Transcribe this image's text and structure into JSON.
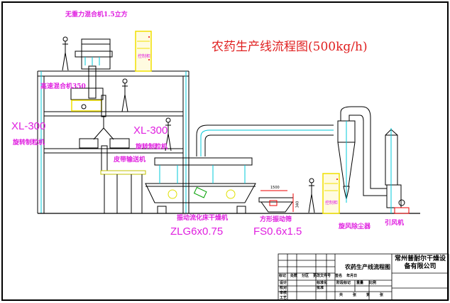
{
  "title": "农药生产线流程图(500kg/h)",
  "equipment": {
    "gravity_mixer": "无重力混合机1.5立方",
    "high_speed_mixer": "高速混合机350",
    "granulator_left": {
      "model": "XL-300",
      "name": "旋转制粒机"
    },
    "granulator_right": {
      "model": "XL-300",
      "name": "旋转制粒机"
    },
    "belt_conveyor": "皮带输送机",
    "dryer": {
      "name": "振动流化床干燥机",
      "model": "ZLG6x0.75"
    },
    "screen": {
      "name": "方形振动筛",
      "model": "FS0.6x1.5"
    },
    "cyclone": "旋风除尘器",
    "fan": "引风机",
    "control_cabinet": "控制柜"
  },
  "dimensions": {
    "screen_length": "1500",
    "screen_height": "340"
  },
  "title_block": {
    "drawing_name": "农药生产线流程图",
    "company": "常州普耐尔干燥设备有限公司",
    "header": [
      "标记",
      "处数",
      "分区",
      "更改文件号",
      "签名",
      "年月日"
    ],
    "roles": [
      "设计",
      "校对",
      "审核",
      "工艺"
    ],
    "roles2": [
      "标准化",
      "批准"
    ],
    "stage_labels": [
      "阶段标记",
      "重量",
      "比例"
    ],
    "sheet_labels": [
      "共",
      "张",
      "第",
      "张"
    ]
  },
  "colors": {
    "frame": "#000000",
    "centerline": "#00c8d8",
    "label": "#e020e0",
    "title": "#e02020",
    "cabinet": "#f0e000"
  }
}
